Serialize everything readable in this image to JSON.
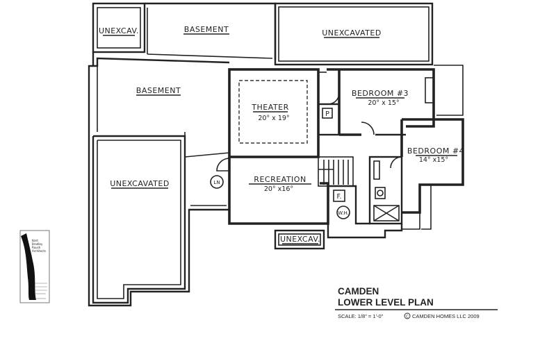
{
  "rooms": {
    "unexcavated_top_left": "UNEXCAV.",
    "basement_top": "BASEMENT",
    "unexcavated_top_right": "UNEXCAVATED",
    "basement_left": "BASEMENT",
    "theater": "THEATER",
    "theater_dim": "20° x 19°",
    "bedroom3": "BEDROOM #3",
    "bedroom3_dim": "20° x 15°",
    "bedroom4": "BEDROOM #4",
    "bedroom4_dim": "14° x15°",
    "unexcavated_left": "UNEXCAVATED",
    "recreation": "RECREATION",
    "recreation_dim": "20° x16°",
    "unexcavated_bottom": "UNEXCAV."
  },
  "symbols": {
    "laundry": "LN",
    "pantry": "P",
    "furnace": "F.",
    "water_heater": "W.H."
  },
  "architect": {
    "line1": "Kent",
    "line2": "Bradley",
    "line3": "Roush",
    "line4": "Architects"
  },
  "title_block": {
    "project": "CAMDEN",
    "sheet": "LOWER LEVEL PLAN",
    "scale": "SCALE:  1/8\" = 1'-0\"",
    "copyright": "CAMDEN HOMES LLC  2009",
    "copyright_symbol": "C"
  }
}
